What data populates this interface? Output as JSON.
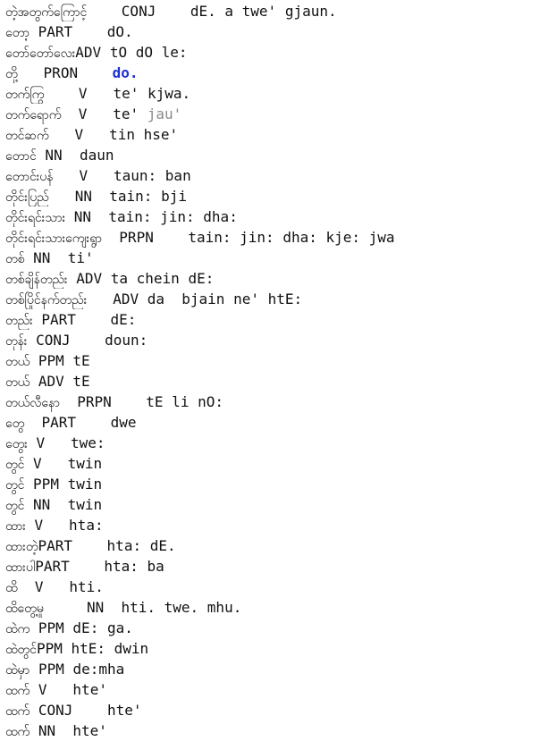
{
  "lines": [
    {
      "word": "တဲ့အတွက်ကြောင့်",
      "sep": "    ",
      "tag": "CONJ",
      "gap": "    ",
      "pron": "dE. a twe' gjaun."
    },
    {
      "word": "တော့",
      "sep": " ",
      "tag": "PART",
      "gap": "    ",
      "pron": "dO."
    },
    {
      "word": "တော်တော်လေး",
      "sep": "",
      "tag": "ADV",
      "gap": " ",
      "pron": "tO dO le:"
    },
    {
      "word": "တို့",
      "sep": "   ",
      "tag": "PRON",
      "gap": "    ",
      "pron": "do."
    },
    {
      "word": "တက်ကြွ",
      "sep": "    ",
      "tag": "V",
      "gap": "   ",
      "pron": "te' kjwa."
    },
    {
      "word": "တက်ရောက်",
      "sep": "  ",
      "tag": "V",
      "gap": "   ",
      "pron_a": "te' ",
      "pron_b": "jau'"
    },
    {
      "word": "တင်ဆက်",
      "sep": "   ",
      "tag": "V",
      "gap": "   ",
      "pron": "tin hse'"
    },
    {
      "word": "တောင်",
      "sep": " ",
      "tag": "NN",
      "gap": "  ",
      "pron": "daun"
    },
    {
      "word": "တောင်းပန်",
      "sep": "   ",
      "tag": "V",
      "gap": "   ",
      "pron": "taun: ban"
    },
    {
      "word": "တိုင်းပြည်",
      "sep": "   ",
      "tag": "NN",
      "gap": "  ",
      "pron": "tain: bji"
    },
    {
      "word": "တိုင်းရင်းသား",
      "sep": " ",
      "tag": "NN",
      "gap": "  ",
      "pron": "tain: jin: dha:"
    },
    {
      "word": "တိုင်းရင်းသားကျေးရွာ",
      "sep": "  ",
      "tag": "PRPN",
      "gap": "    ",
      "pron": "tain: jin: dha: kje: jwa"
    },
    {
      "word": "တစ်",
      "sep": " ",
      "tag": "NN",
      "gap": "  ",
      "pron": "ti'"
    },
    {
      "word": "တစ်ချိန်တည်း",
      "sep": " ",
      "tag": "ADV",
      "gap": " ",
      "pron": "ta chein dE:"
    },
    {
      "word": "တစ်ပြိုင်နက်တည်း",
      "sep": "   ",
      "tag": "ADV",
      "gap": " ",
      "pron": "da  bjain ne' htE:"
    },
    {
      "word": "တည်း",
      "sep": " ",
      "tag": "PART",
      "gap": "    ",
      "pron": "dE:"
    },
    {
      "word": "တုန်း",
      "sep": " ",
      "tag": "CONJ",
      "gap": "    ",
      "pron": "doun:"
    },
    {
      "word": "တယ်",
      "sep": " ",
      "tag": "PPM",
      "gap": " ",
      "pron": "tE"
    },
    {
      "word": "တယ်",
      "sep": " ",
      "tag": "ADV",
      "gap": " ",
      "pron": "tE"
    },
    {
      "word": "တယ်လီနော",
      "sep": "  ",
      "tag": "PRPN",
      "gap": "    ",
      "pron": "tE li nO:"
    },
    {
      "word": "တွေ",
      "sep": "  ",
      "tag": "PART",
      "gap": "    ",
      "pron": "dwe"
    },
    {
      "word": "တွေး",
      "sep": " ",
      "tag": "V",
      "gap": "   ",
      "pron": "twe:"
    },
    {
      "word": "တွင်",
      "sep": " ",
      "tag": "V",
      "gap": "   ",
      "pron": "twin"
    },
    {
      "word": "တွင်",
      "sep": " ",
      "tag": "PPM",
      "gap": " ",
      "pron": "twin"
    },
    {
      "word": "တွင်",
      "sep": " ",
      "tag": "NN",
      "gap": "  ",
      "pron": "twin"
    },
    {
      "word": "ထား",
      "sep": " ",
      "tag": "V",
      "gap": "   ",
      "pron": "hta:"
    },
    {
      "word": "ထားတဲ့",
      "sep": "",
      "tag": "PART",
      "gap": "    ",
      "pron": "hta: dE."
    },
    {
      "word": "ထားပါ",
      "sep": "",
      "tag": "PART",
      "gap": "    ",
      "pron": "hta: ba"
    },
    {
      "word": "ထိ",
      "sep": "  ",
      "tag": "V",
      "gap": "   ",
      "pron": "hti."
    },
    {
      "word": "ထိတွေ့မှု",
      "sep": "     ",
      "tag": "NN",
      "gap": "  ",
      "pron": "hti. twe. mhu."
    },
    {
      "word": "ထဲက",
      "sep": " ",
      "tag": "PPM",
      "gap": " ",
      "pron": "dE: ga."
    },
    {
      "word": "ထဲတွင်",
      "sep": "",
      "tag": "PPM",
      "gap": " ",
      "pron": "htE: dwin"
    },
    {
      "word": "ထဲမှာ",
      "sep": " ",
      "tag": "PPM",
      "gap": " ",
      "pron": "de:mha"
    },
    {
      "word": "ထက်",
      "sep": " ",
      "tag": "V",
      "gap": "   ",
      "pron": "hte'"
    },
    {
      "word": "ထက်",
      "sep": " ",
      "tag": "CONJ",
      "gap": "    ",
      "pron": "hte'"
    },
    {
      "word": "ထက်",
      "sep": " ",
      "tag": "NN",
      "gap": "  ",
      "pron": "hte'"
    }
  ],
  "colors": {
    "text": "#111111",
    "highlight_blue": "#1f2fd6",
    "highlight_gray": "#8a8a8a",
    "background": "#ffffff"
  }
}
